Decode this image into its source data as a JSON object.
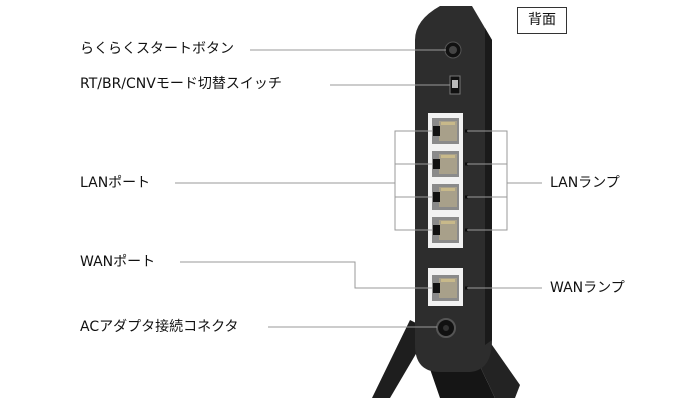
{
  "view_label": "背面",
  "callouts": {
    "easy_start_button": "らくらくスタートボタン",
    "mode_switch": "RT/BR/CNVモード切替スイッチ",
    "lan_port": "LANポート",
    "wan_port": "WANポート",
    "ac_adapter": "ACアダプタ接続コネクタ",
    "lan_lamp": "LANランプ",
    "wan_lamp": "WANランプ"
  },
  "colors": {
    "body": "#2b2b2b",
    "line": "#999999",
    "port_panel": "#f2f2f2"
  }
}
